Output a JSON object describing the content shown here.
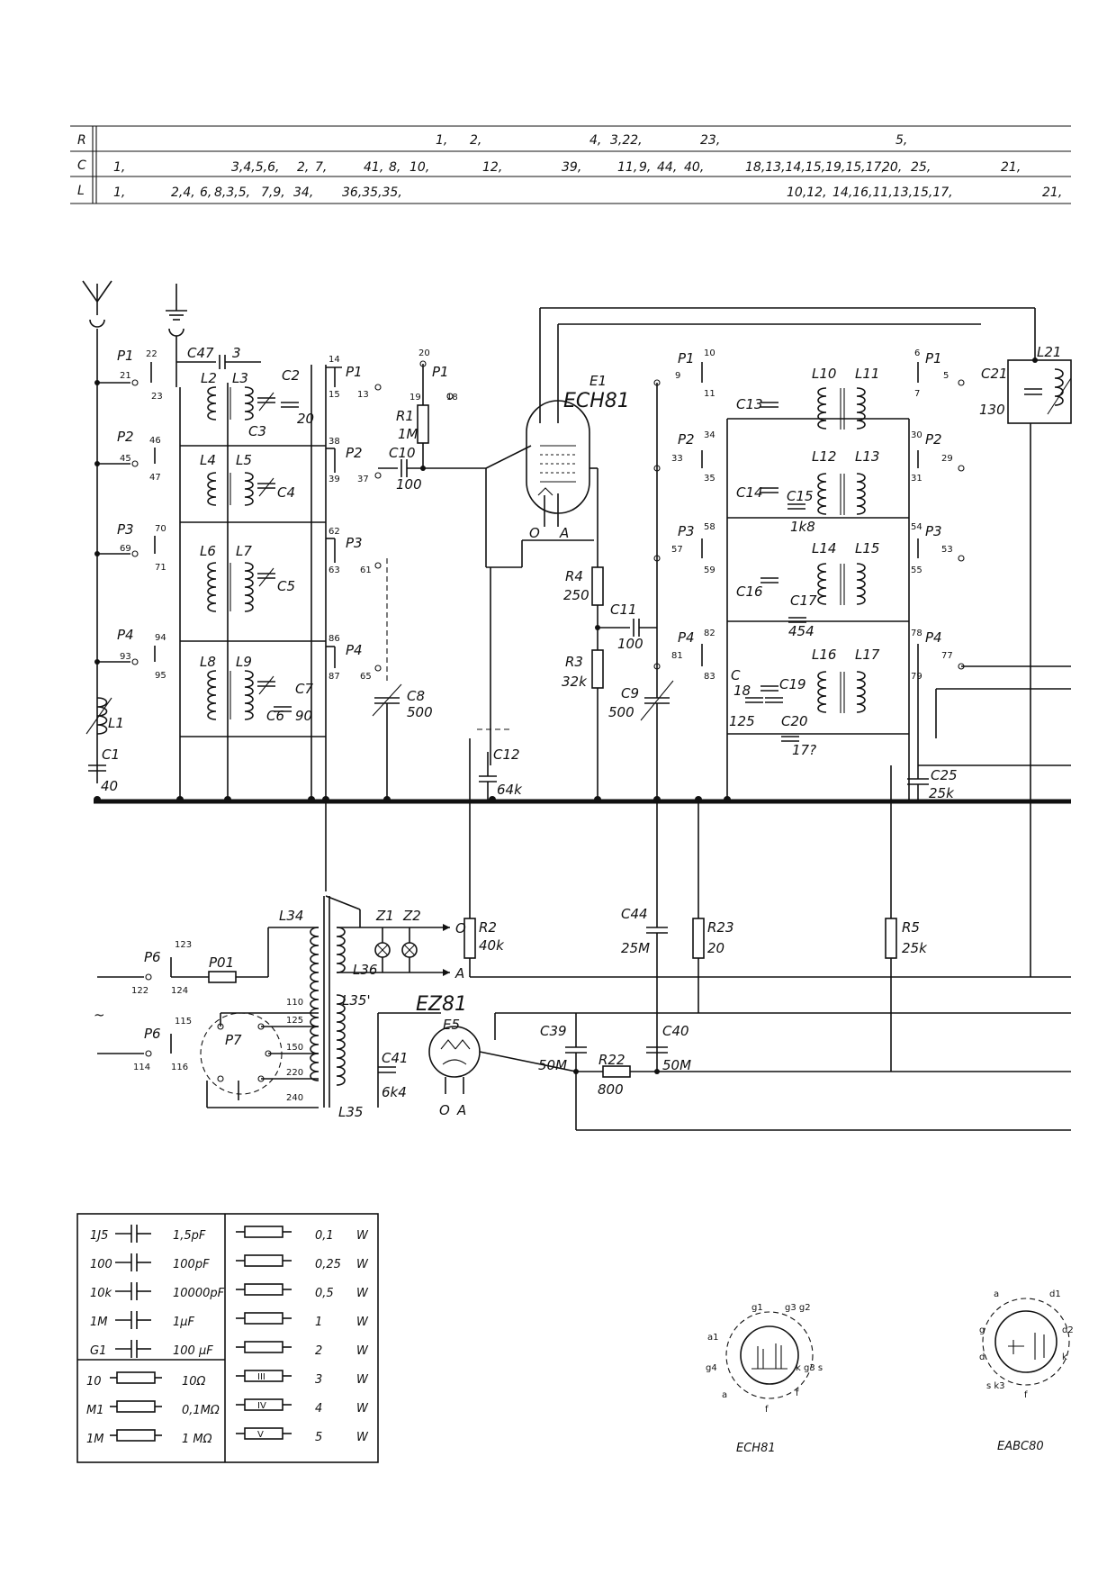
{
  "ref_table": {
    "rows": [
      {
        "key": "R",
        "cells": [
          "1,",
          "2,",
          "4,",
          "3,22,",
          "23,",
          "5,"
        ]
      },
      {
        "key": "C",
        "cells": [
          "1,",
          "3,4,5,6,",
          "2,",
          "7,",
          "41,",
          "8,",
          "10,",
          "12,",
          "39,",
          "11,",
          "9,",
          "44,",
          "40,",
          "18,13,14,15,19,15,17,",
          "20,",
          "25,",
          "21,"
        ]
      },
      {
        "key": "L",
        "cells": [
          "1,",
          "2,4,",
          "6,",
          "8,3,5,",
          "7,9,",
          "34,",
          "36,35,35,",
          "10,12,",
          "14,16,11,13,15,17,",
          "21,"
        ]
      }
    ]
  },
  "tubes": {
    "e1": {
      "ref": "E1",
      "type": "ECH81",
      "pin_o": "O",
      "pin_a": "A"
    },
    "e5": {
      "ref": "E5",
      "type": "EZ81",
      "pin_o": "O",
      "pin_a": "A"
    }
  },
  "switch_labels": {
    "p1": "P1",
    "p2": "P2",
    "p3": "P3",
    "p4": "P4",
    "p6": "P6",
    "p7": "P7",
    "p01": "P01"
  },
  "components": {
    "C1": "C1",
    "C1_val": "40",
    "C47": "C47",
    "C47_val": "3",
    "C2": "C2",
    "C2_val": "20",
    "C3": "C3",
    "C4": "C4",
    "C5": "C5",
    "C6": "C6",
    "C7": "C7",
    "C7_val": "90",
    "C8": "C8",
    "C8_val": "500",
    "C10": "C10",
    "C10_val": "100",
    "C11": "C11",
    "C11_val": "100",
    "C12": "C12",
    "C12_val": "64k",
    "C9": "C9",
    "C9_val": "500",
    "C13": "C13",
    "C14": "C14",
    "C15": "C15",
    "C15_val": "1k8",
    "C16": "C16",
    "C17": "C17",
    "C17_val": "454",
    "C18": "C",
    "C18_num": "18",
    "C18_val": "125",
    "C19": "C19",
    "C20": "C20",
    "C20_val": "17?",
    "C21": "C21",
    "C21_val": "130",
    "C25": "C25",
    "C25_val": "25k",
    "C39": "C39",
    "C39_val": "50M",
    "C40": "C40",
    "C40_val": "50M",
    "C41": "C41",
    "C41_val": "6k4",
    "C44": "C44",
    "C44_val": "25M",
    "R1": "R1",
    "R1_val": "1M",
    "R2": "R2",
    "R2_val": "40k",
    "R3": "R3",
    "R3_val": "32k",
    "R4": "R4",
    "R4_val": "250",
    "R5": "R5",
    "R5_val": "25k",
    "R22": "R22",
    "R22_val": "800",
    "R23": "R23",
    "R23_val": "20",
    "L1": "L1",
    "L2": "L2",
    "L3": "L3",
    "L4": "L4",
    "L5": "L5",
    "L6": "L6",
    "L7": "L7",
    "L8": "L8",
    "L9": "L9",
    "L10": "L10",
    "L11": "L11",
    "L12": "L12",
    "L13": "L13",
    "L14": "L14",
    "L15": "L15",
    "L16": "L16",
    "L17": "L17",
    "L21": "L21",
    "L34": "L34",
    "L35": "L35",
    "L35p": "L35'",
    "L36": "L36",
    "Z1": "Z1",
    "Z2": "Z2",
    "O": "O",
    "A": "A"
  },
  "terminal_numbers": {
    "t21": "21",
    "t22": "22",
    "t23": "23",
    "t14": "14",
    "t15": "15",
    "t13": "13",
    "t20": "20",
    "t19": "19",
    "t18": "18",
    "t45": "45",
    "t46": "46",
    "t47": "47",
    "t38": "38",
    "t39": "39",
    "t37": "37",
    "t69": "69",
    "t70": "70",
    "t71": "71",
    "t62": "62",
    "t63": "63",
    "t61": "61",
    "t93": "93",
    "t94": "94",
    "t95": "95",
    "t86": "86",
    "t87": "87",
    "t65": "65",
    "t9": "9",
    "t10": "10",
    "t11": "11",
    "t6": "6",
    "t7": "7",
    "t5": "5",
    "t33": "33",
    "t34": "34",
    "t35": "35",
    "t30": "30",
    "t31": "31",
    "t29": "29",
    "t57": "57",
    "t58": "58",
    "t59": "59",
    "t54": "54",
    "t55": "55",
    "t53": "53",
    "t81": "81",
    "t82": "82",
    "t83": "83",
    "t78": "78",
    "t79": "79",
    "t77": "77",
    "t122": "122",
    "t123": "123",
    "t124": "124",
    "t114": "114",
    "t115": "115",
    "t116": "116",
    "tap110": "110",
    "tap125": "125",
    "tap150": "150",
    "tap220": "220",
    "tap240": "240"
  },
  "legend": {
    "capacitors": [
      {
        "code": "1J5",
        "value": "1,5pF"
      },
      {
        "code": "100",
        "value": "100pF"
      },
      {
        "code": "10k",
        "value": "10000pF"
      },
      {
        "code": "1M",
        "value": "1μF"
      },
      {
        "code": "G1",
        "value": "100 μF"
      }
    ],
    "resistors": [
      {
        "code": "10",
        "value": "10Ω"
      },
      {
        "code": "M1",
        "value": "0,1MΩ"
      },
      {
        "code": "1M",
        "value": "1 MΩ"
      }
    ],
    "wattage": [
      {
        "mark": "",
        "value": "0,1",
        "unit": "W"
      },
      {
        "mark": "",
        "value": "0,25",
        "unit": "W"
      },
      {
        "mark": "",
        "value": "0,5",
        "unit": "W"
      },
      {
        "mark": "",
        "value": "1",
        "unit": "W"
      },
      {
        "mark": "",
        "value": "2",
        "unit": "W"
      },
      {
        "mark": "III",
        "value": "3",
        "unit": "W"
      },
      {
        "mark": "IV",
        "value": "4",
        "unit": "W"
      },
      {
        "mark": "V",
        "value": "5",
        "unit": "W"
      }
    ]
  },
  "tube_bases": [
    {
      "name": "ECH81",
      "pins": [
        "g1",
        "g3 g2",
        "a1",
        "g4",
        "a",
        "f",
        "k g3 s",
        "f"
      ]
    },
    {
      "name": "EABC80",
      "pins": [
        "a",
        "d1",
        "g",
        "d2",
        "d",
        "k",
        "s k3",
        "f"
      ]
    }
  ],
  "mains_symbol": "~"
}
